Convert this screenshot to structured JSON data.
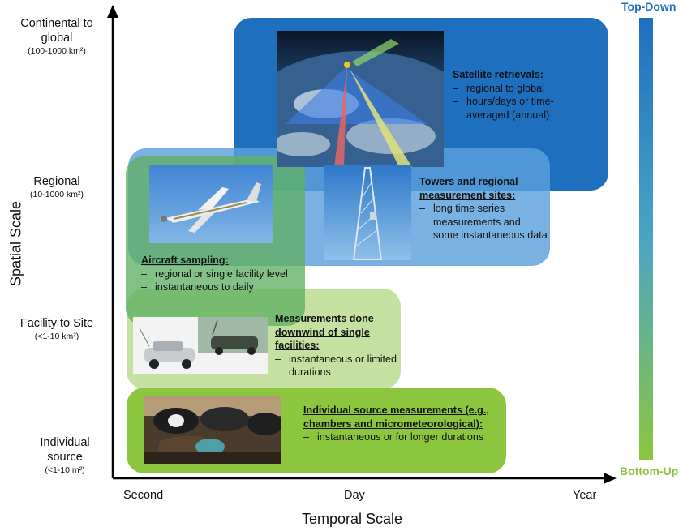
{
  "y_axis": {
    "title": "Spatial Scale",
    "levels": [
      {
        "name": "Continental to global",
        "line1": "Continental to",
        "line2": "global",
        "unit": "(100-1000 km²)"
      },
      {
        "name": "Regional",
        "line1": "Regional",
        "unit": "(10-1000 km²)"
      },
      {
        "name": "Facility to Site",
        "line1": "Facility to Site",
        "unit": "(<1-10 km²)"
      },
      {
        "name": "Individual source",
        "line1": "Individual",
        "line2": "source",
        "unit": "(<1-10 m²)"
      }
    ]
  },
  "x_axis": {
    "title": "Temporal Scale",
    "ticks": [
      "Second",
      "Day",
      "Year"
    ]
  },
  "scale_bar": {
    "top_label": "Top-Down",
    "bottom_label": "Bottom-Up",
    "top_color": "#1e6fbe",
    "bottom_color": "#8cc63f"
  },
  "methods": {
    "satellite": {
      "heading": "Satellite retrievals:",
      "items": [
        "regional to global",
        "hours/days or time-averaged (annual)"
      ],
      "color": "#1e6fbe"
    },
    "towers": {
      "heading": "Towers and regional measurement sites:",
      "items": [
        "long time series measurements and some instantaneous data"
      ],
      "color": "#5aa0dc"
    },
    "aircraft": {
      "heading": "Aircraft sampling:",
      "items": [
        "regional or single facility level",
        "instantaneous to daily"
      ],
      "color": "#74b86b"
    },
    "downwind": {
      "heading": "Measurements done downwind of single facilities:",
      "items": [
        "instantaneous or limited durations"
      ],
      "color": "#c8e3a2"
    },
    "individual": {
      "heading": "Individual source measurements (e.g., chambers and micrometeorological):",
      "items": [
        "instantaneous or for longer durations"
      ],
      "color": "#8cc63f"
    }
  },
  "photos": {
    "satellite": "satellite-earth-photo",
    "tower": "communication-tower-photo",
    "aircraft": "small-aircraft-photo",
    "vehicles": "measurement-vehicles-photo",
    "chambers": "livestock-chamber-photo"
  }
}
